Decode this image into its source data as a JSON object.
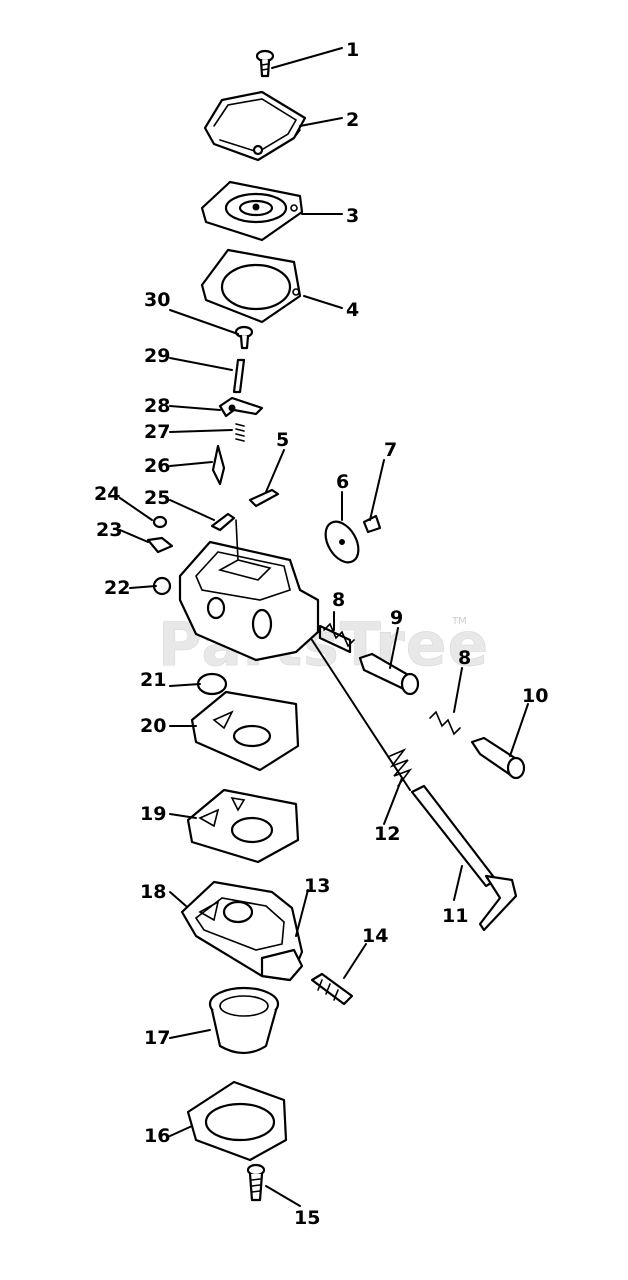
{
  "watermark": {
    "text": "PartsTree",
    "trademark": "TM"
  },
  "callouts": [
    "1",
    "2",
    "3",
    "4",
    "5",
    "6",
    "7",
    "8",
    "8",
    "9",
    "10",
    "11",
    "12",
    "13",
    "14",
    "15",
    "16",
    "17",
    "18",
    "19",
    "20",
    "21",
    "22",
    "23",
    "24",
    "25",
    "26",
    "27",
    "28",
    "29",
    "30"
  ]
}
